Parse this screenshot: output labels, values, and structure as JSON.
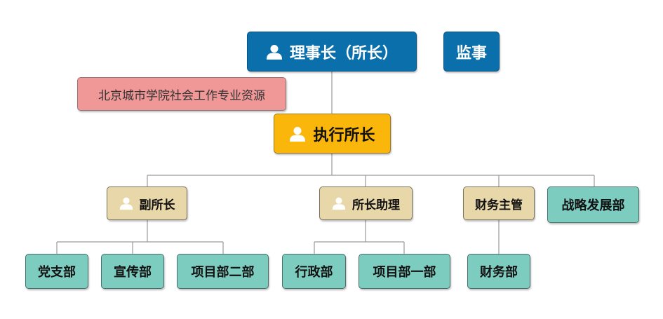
{
  "chairman": {
    "label": "理事长（所长）",
    "icon": "user-icon"
  },
  "supervisor": {
    "label": "监事"
  },
  "resource_note": {
    "label": "北京城市学院社会工作专业资源"
  },
  "executive_director": {
    "label": "执行所长",
    "icon": "user-icon"
  },
  "level2": {
    "deputy_director": {
      "label": "副所长",
      "icon": "user-icon"
    },
    "director_assistant": {
      "label": "所长助理",
      "icon": "user-icon"
    },
    "finance_manager": {
      "label": "财务主管"
    },
    "strategy_dept": {
      "label": "战略发展部"
    }
  },
  "level3": {
    "party_branch": {
      "label": "党支部"
    },
    "publicity_dept": {
      "label": "宣传部"
    },
    "project_dept_2": {
      "label": "项目部二部"
    },
    "admin_dept": {
      "label": "行政部"
    },
    "project_dept_1": {
      "label": "项目部一部"
    },
    "finance_dept": {
      "label": "财务部"
    }
  },
  "colors": {
    "top": "#0b6fab",
    "executive": "#fbb60b",
    "middle": "#e8d7a9",
    "department": "#7dccc0",
    "resource": "#f09898",
    "connector": "#9a9a9a"
  }
}
